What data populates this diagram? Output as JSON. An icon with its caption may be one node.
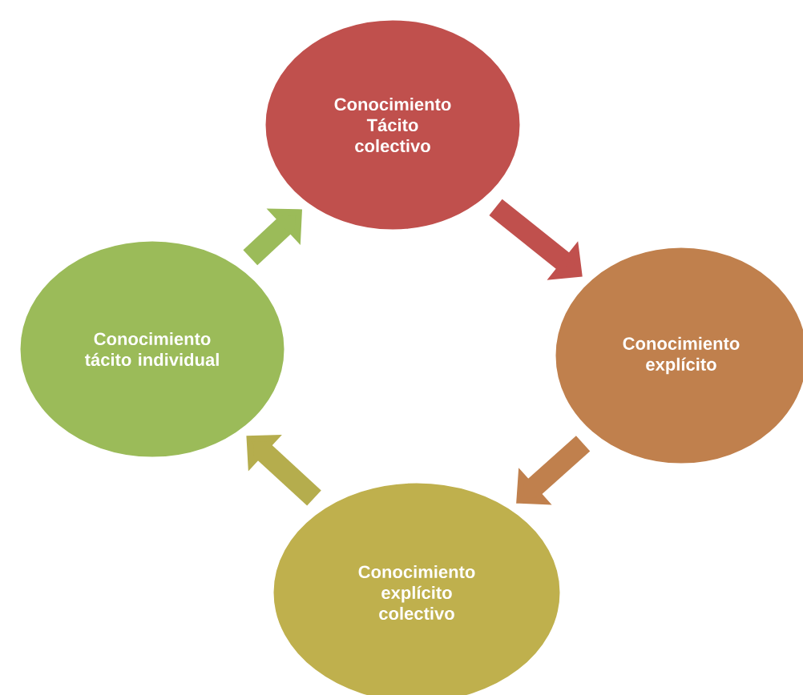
{
  "diagram": {
    "nodes": [
      {
        "text": [
          "Conocimiento Tácito colectivo"
        ]
      },
      {
        "text": [
          "Conocimiento tácito individual"
        ]
      },
      {
        "text": [
          "Conocimiento explícito"
        ]
      },
      {
        "text": [
          "Conocimiento explícito colectivo"
        ]
      }
    ],
    "edges": [
      {
        "from": 0,
        "to": 2,
        "arrow": "to",
        "color": "#c0504d"
      },
      {
        "from": 2,
        "to": 3,
        "arrow": "to",
        "color": "#c0804d"
      },
      {
        "from": 3,
        "to": 1,
        "arrow": "to",
        "color": "#b5ad4d"
      },
      {
        "from": 1,
        "to": 0,
        "arrow": "to",
        "color": "#9bbb59"
      }
    ]
  }
}
